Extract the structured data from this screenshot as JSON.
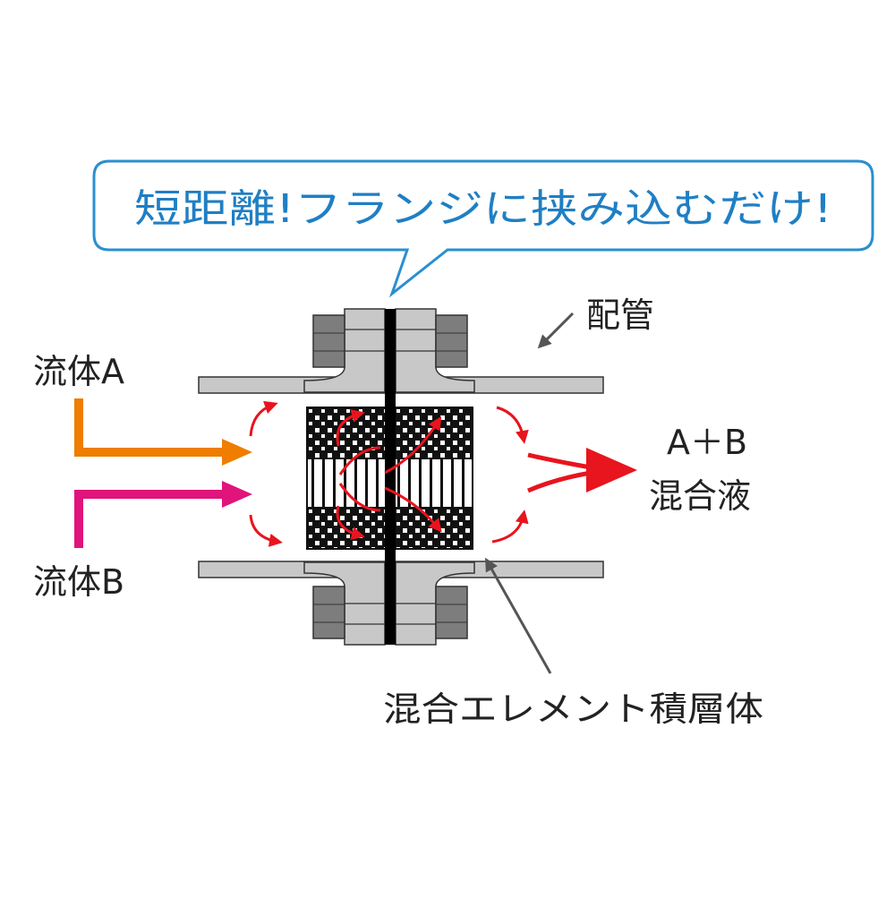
{
  "bubble": {
    "text": "短距離!フランジに挟み込むだけ!",
    "border_color": "#2a8fd0",
    "text_color": "#1f7fc4"
  },
  "labels": {
    "pipe": "配管",
    "fluid_a": "流体A",
    "fluid_b": "流体B",
    "output_line1": "A＋B",
    "output_line2": "混合液",
    "element": "混合エレメント積層体"
  },
  "colors": {
    "fluid_a_arrow": "#ee7d00",
    "fluid_b_arrow": "#e0147a",
    "flow_arrows": "#e8141e",
    "pipe_fill": "#c8c8c8",
    "bolt_fill": "#7d7d7d",
    "gasket": "#000000"
  }
}
